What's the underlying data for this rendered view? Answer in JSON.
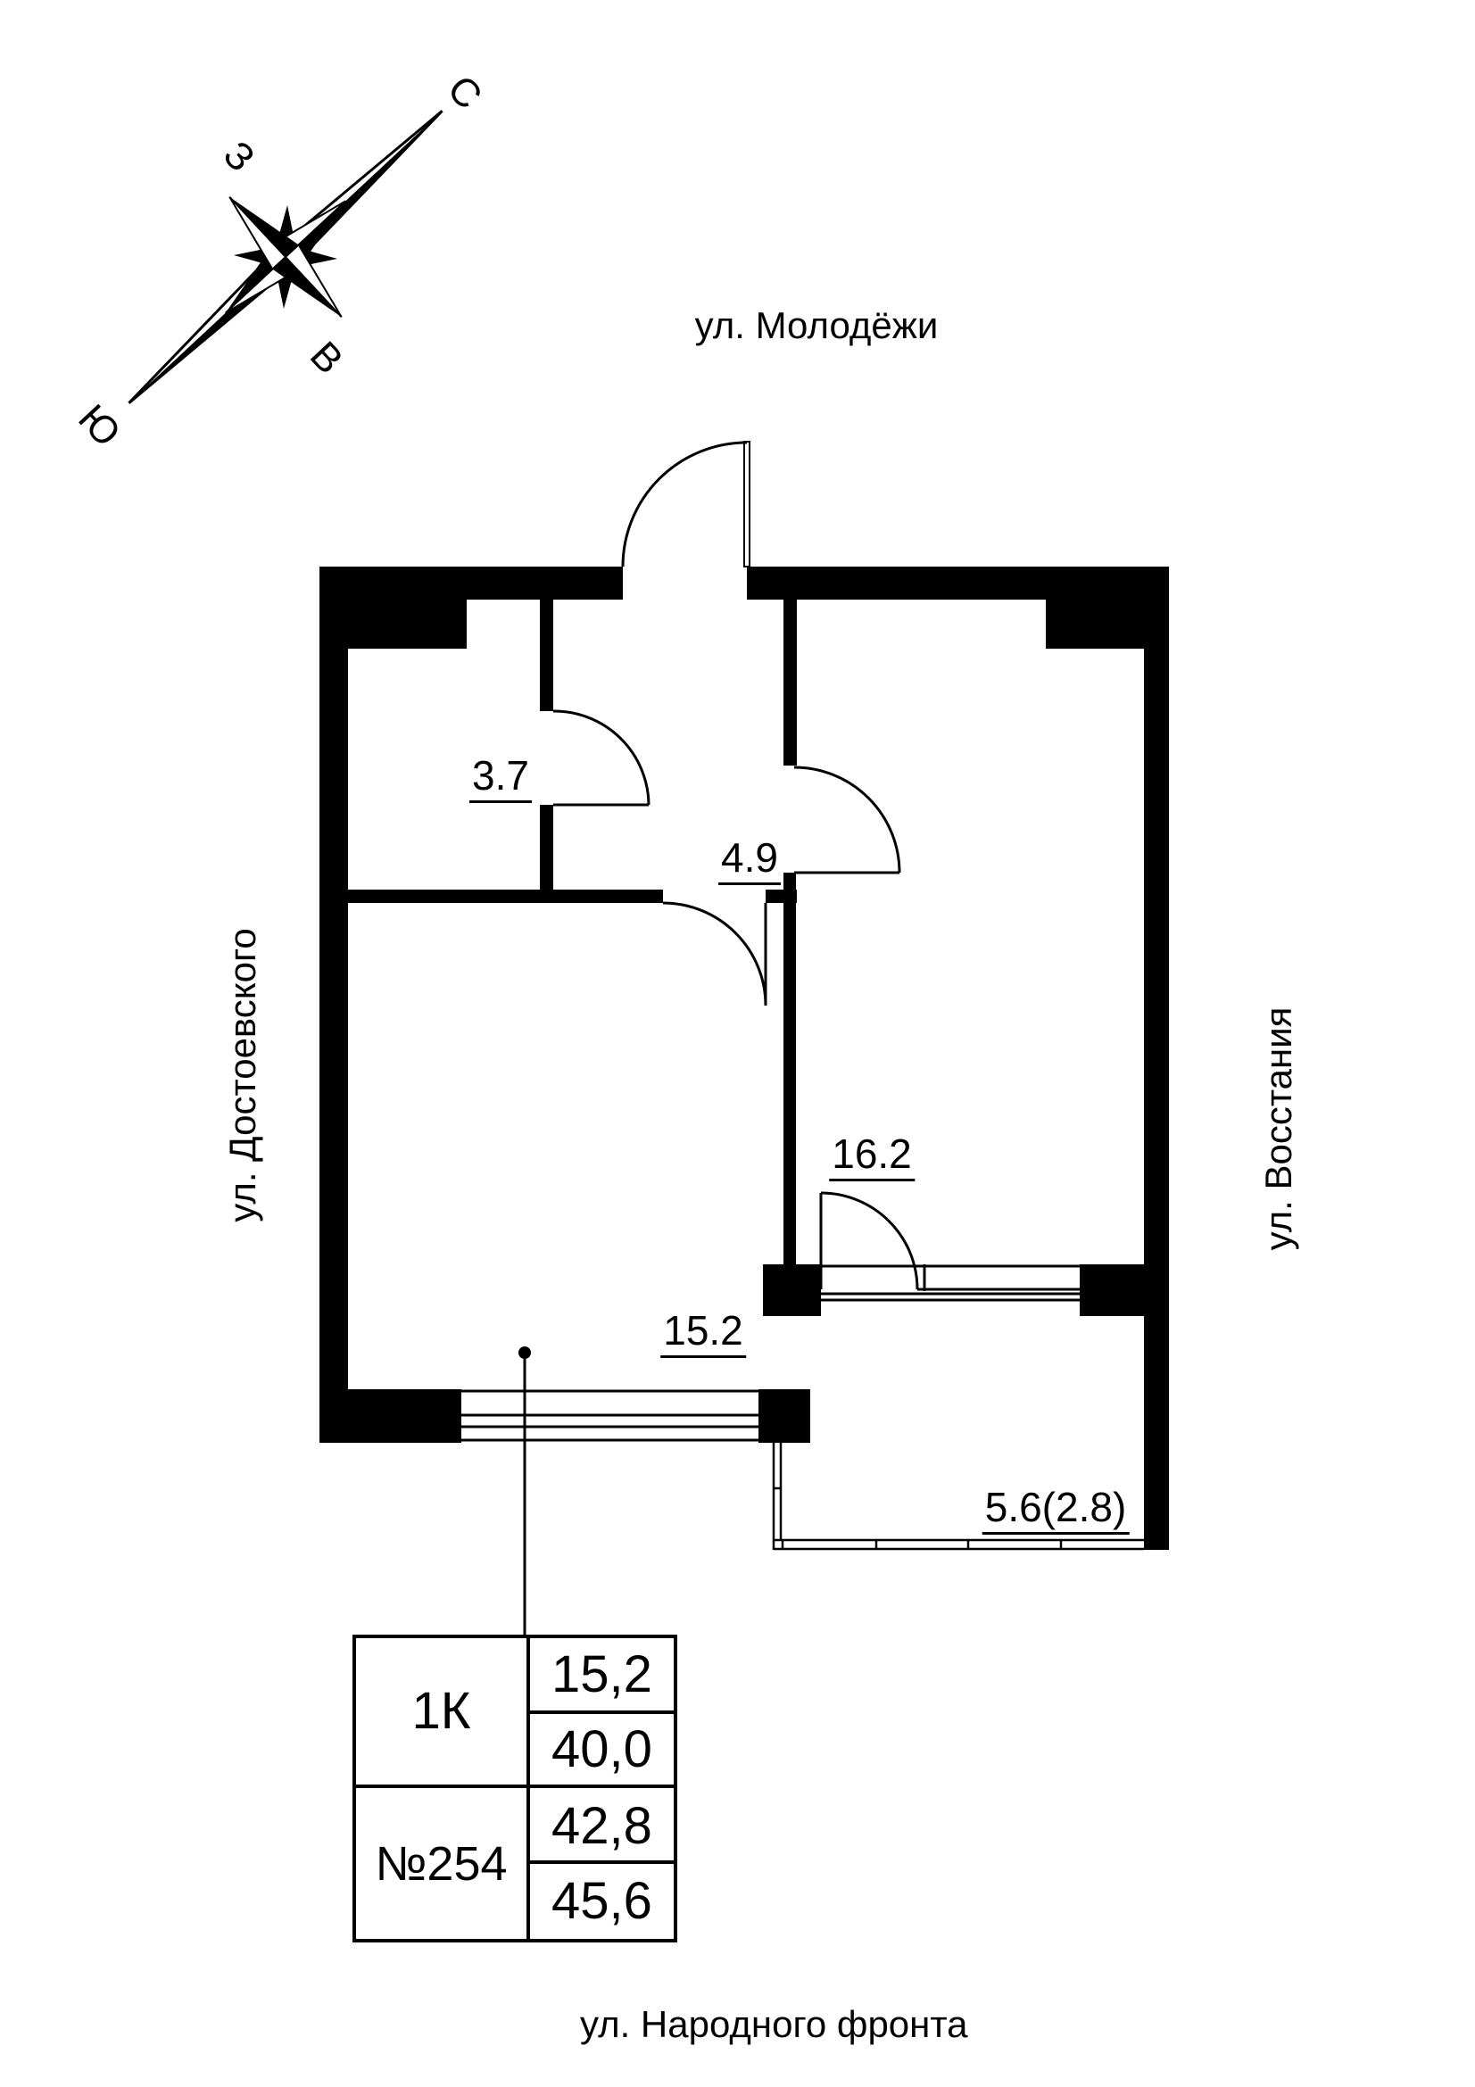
{
  "compass": {
    "north": "С",
    "south": "Ю",
    "west": "З",
    "east": "В"
  },
  "streets": {
    "top": "ул. Молодёжи",
    "left": "ул. Достоевского",
    "right": "ул. Восстания",
    "bottom": "ул. Народного фронта"
  },
  "rooms": {
    "bathroom": "3.7",
    "hallway": "4.9",
    "bedroom": "16.2",
    "living": "15.2",
    "balcony": "5.6(2.8)"
  },
  "info_table": {
    "apartment_type": "1К",
    "apartment_number": "№254",
    "living_area": "15,2",
    "area_base": "40,0",
    "area_mid": "42,8",
    "area_total": "45,6"
  },
  "colors": {
    "line": "#000000",
    "background": "#ffffff"
  }
}
